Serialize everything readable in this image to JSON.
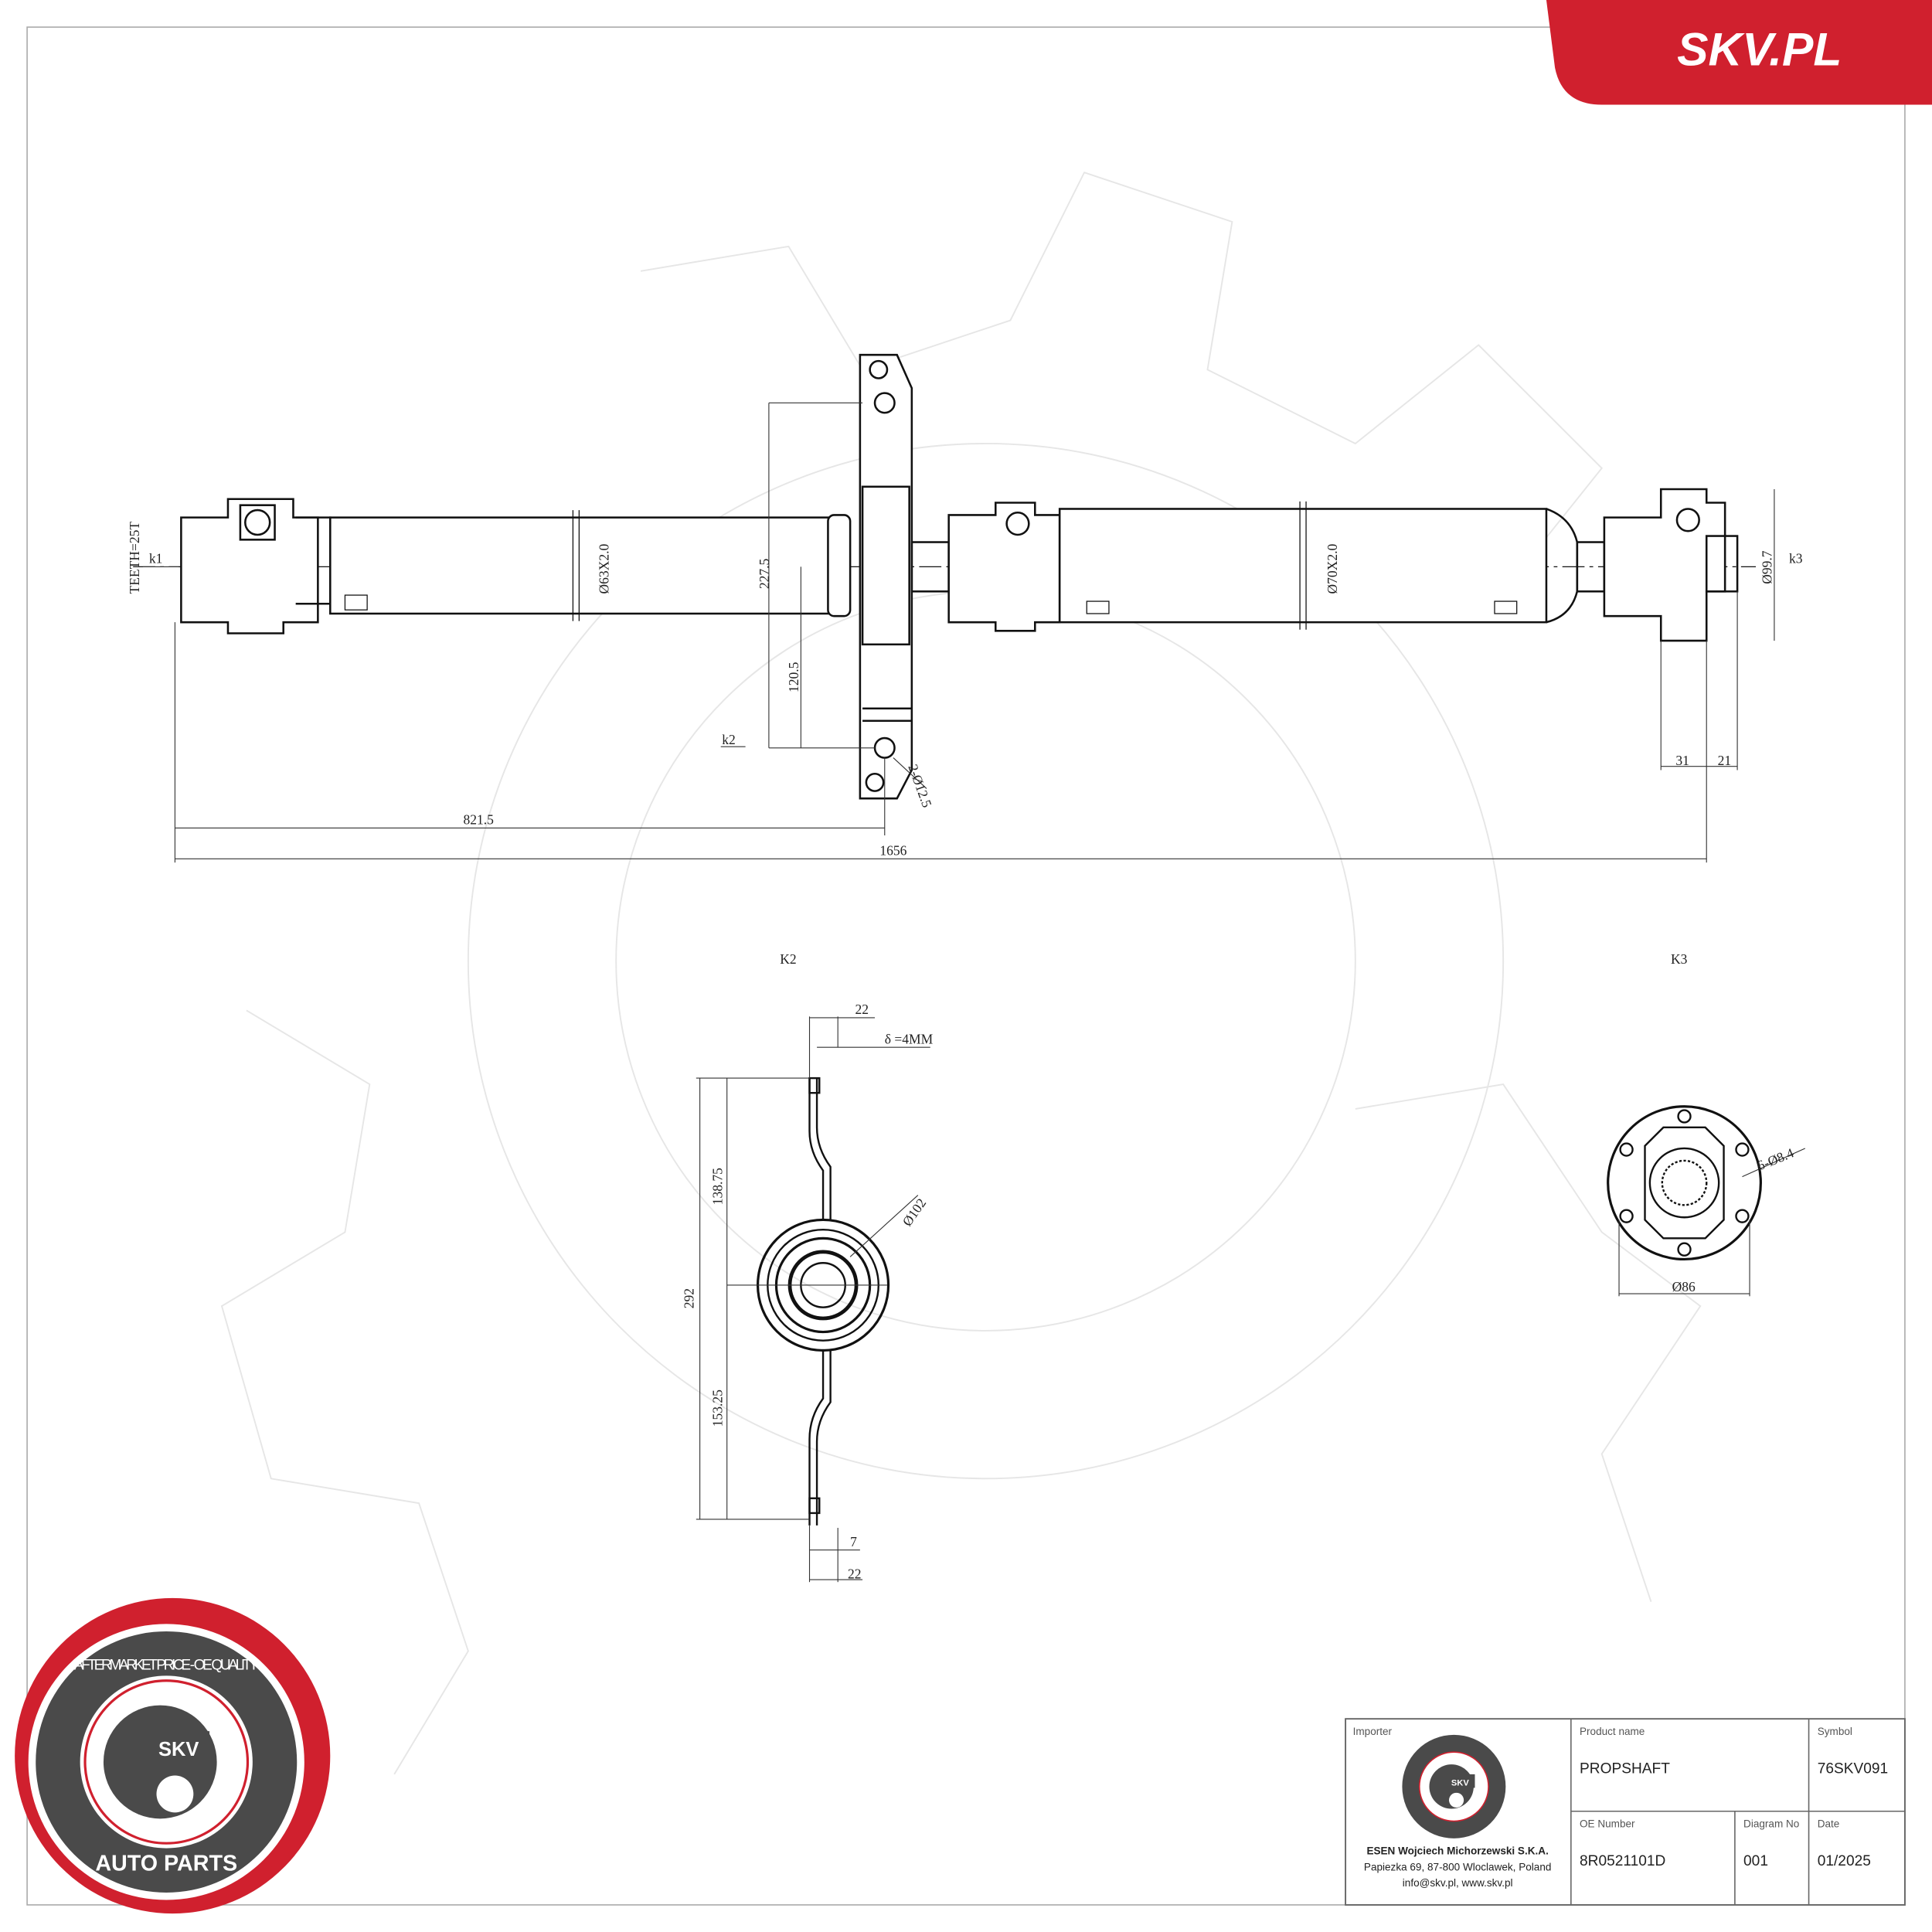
{
  "brand": {
    "site_label": "SKV.PL",
    "accent_color": "#d0202e",
    "logo_text": [
      "AFTERMARKET PRICE - OE QUALITY",
      "SKV",
      "AUTO PARTS"
    ]
  },
  "drawing": {
    "main_view": {
      "teeth": "TEETH=25T",
      "k1": "k1",
      "k2": "k2",
      "k3": "k3",
      "tube_left": "Ø63X2.0",
      "tube_right": "Ø70X2.0",
      "height_upper": "227.5",
      "height_lower": "120.5",
      "holes": "2-Ø12.5",
      "flange_diameter": "Ø99.7",
      "dim_31": "31",
      "dim_21": "21",
      "length_to_bearing": "821.5",
      "overall_length": "1656"
    },
    "k2_view": {
      "title": "K2",
      "top_width": "22",
      "thickness": "δ =4MM",
      "bearing_diameter": "Ø102",
      "upper": "138.75",
      "total": "292",
      "lower": "153.25",
      "bottom_7": "7",
      "bottom_22": "22"
    },
    "k3_view": {
      "title": "K3",
      "holes": "6-Ø8.4",
      "diameter": "Ø86"
    }
  },
  "title_block": {
    "importer_label": "Importer",
    "importer_lines": [
      "ESEN Wojciech Michorzewski S.K.A.",
      "Papiezka 69, 87-800 Wloclawek, Poland",
      "info@skv.pl, www.skv.pl"
    ],
    "product_name_label": "Product name",
    "product_name": "PROPSHAFT",
    "symbol_label": "Symbol",
    "symbol": "76SKV091",
    "oe_number_label": "OE Number",
    "oe_number": "8R0521101D",
    "diagram_no_label": "Diagram No",
    "diagram_no": "001",
    "date_label": "Date",
    "date": "01/2025"
  }
}
